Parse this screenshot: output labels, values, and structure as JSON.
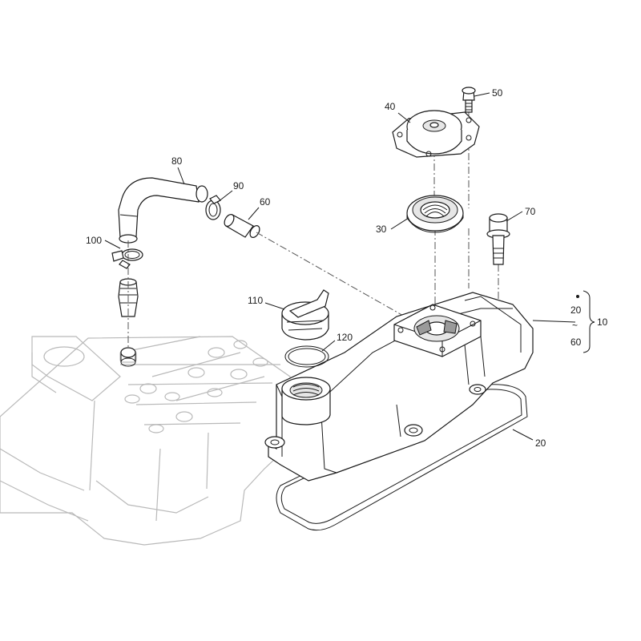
{
  "callouts": {
    "c10": "10",
    "c20": "20",
    "c30": "30",
    "c40": "40",
    "c50": "50",
    "c60": "60",
    "c70": "70",
    "c80": "80",
    "c90": "90",
    "c100": "100",
    "c110": "110",
    "c120": "120"
  },
  "range_bracket": {
    "top": "20",
    "tilde": "~",
    "bottom": "60"
  }
}
